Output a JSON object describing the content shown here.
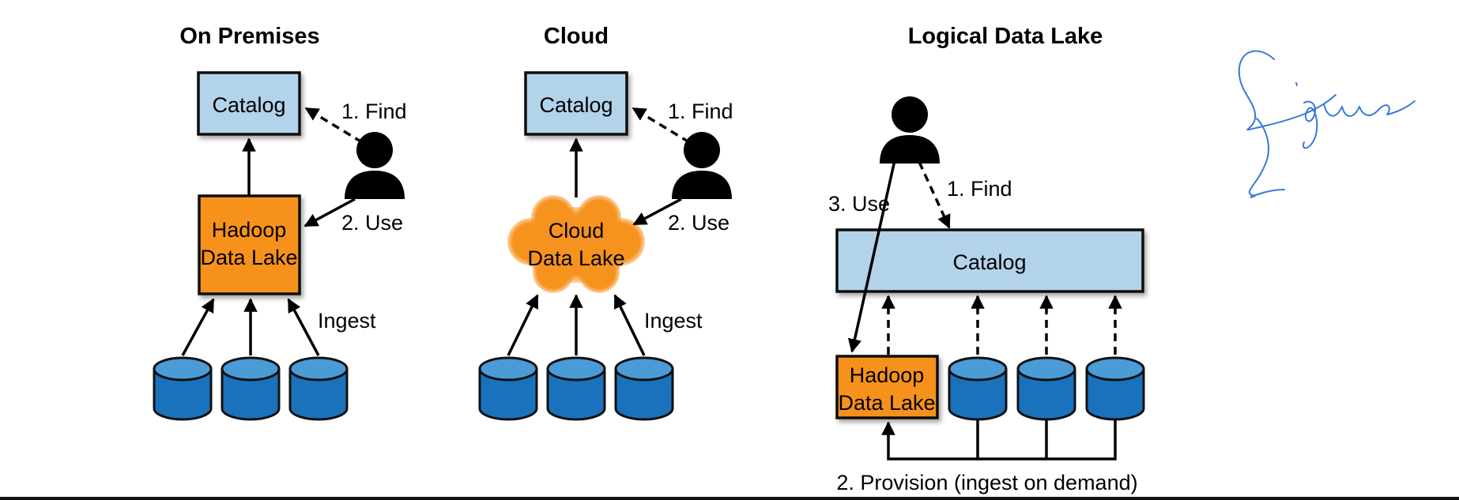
{
  "sections": {
    "on_premises": {
      "title": "On Premises",
      "catalog": "Catalog",
      "lake_line1": "Hadoop",
      "lake_line2": "Data Lake",
      "find": "1. Find",
      "use": "2. Use",
      "ingest": "Ingest"
    },
    "cloud": {
      "title": "Cloud",
      "catalog": "Catalog",
      "lake_line1": "Cloud",
      "lake_line2": "Data Lake",
      "find": "1. Find",
      "use": "2. Use",
      "ingest": "Ingest"
    },
    "logical": {
      "title": "Logical Data Lake",
      "catalog": "Catalog",
      "lake_line1": "Hadoop",
      "lake_line2": "Data Lake",
      "find": "1. Find",
      "use": "3. Use",
      "provision": "2. Provision (ingest on demand)"
    }
  },
  "handwriting": "figure",
  "colors": {
    "catalog_fill": "#b3d3ea",
    "hadoop_fill": "#f6921e",
    "cloud_fill": "#f6921e",
    "database_fill": "#1a72bc",
    "database_top": "#4a9bd6",
    "handwriting_ink": "#3a78d6"
  },
  "icons": [
    "user-icon",
    "database-icon",
    "cloud-shape"
  ]
}
